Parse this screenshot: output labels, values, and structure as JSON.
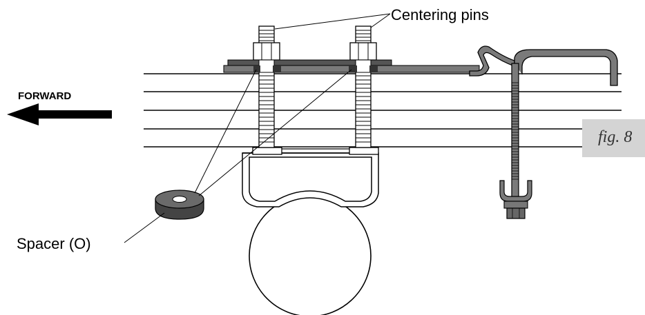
{
  "labels": {
    "centering_pins": "Centering pins",
    "forward": "FORWARD",
    "spacer": "Spacer (O)",
    "figure": "fig. 8"
  },
  "colors": {
    "line": "#000000",
    "plate_dark": "#555555",
    "plate_mid": "#7a7a7a",
    "fig_box": "#d4d4d4",
    "white": "#ffffff"
  }
}
